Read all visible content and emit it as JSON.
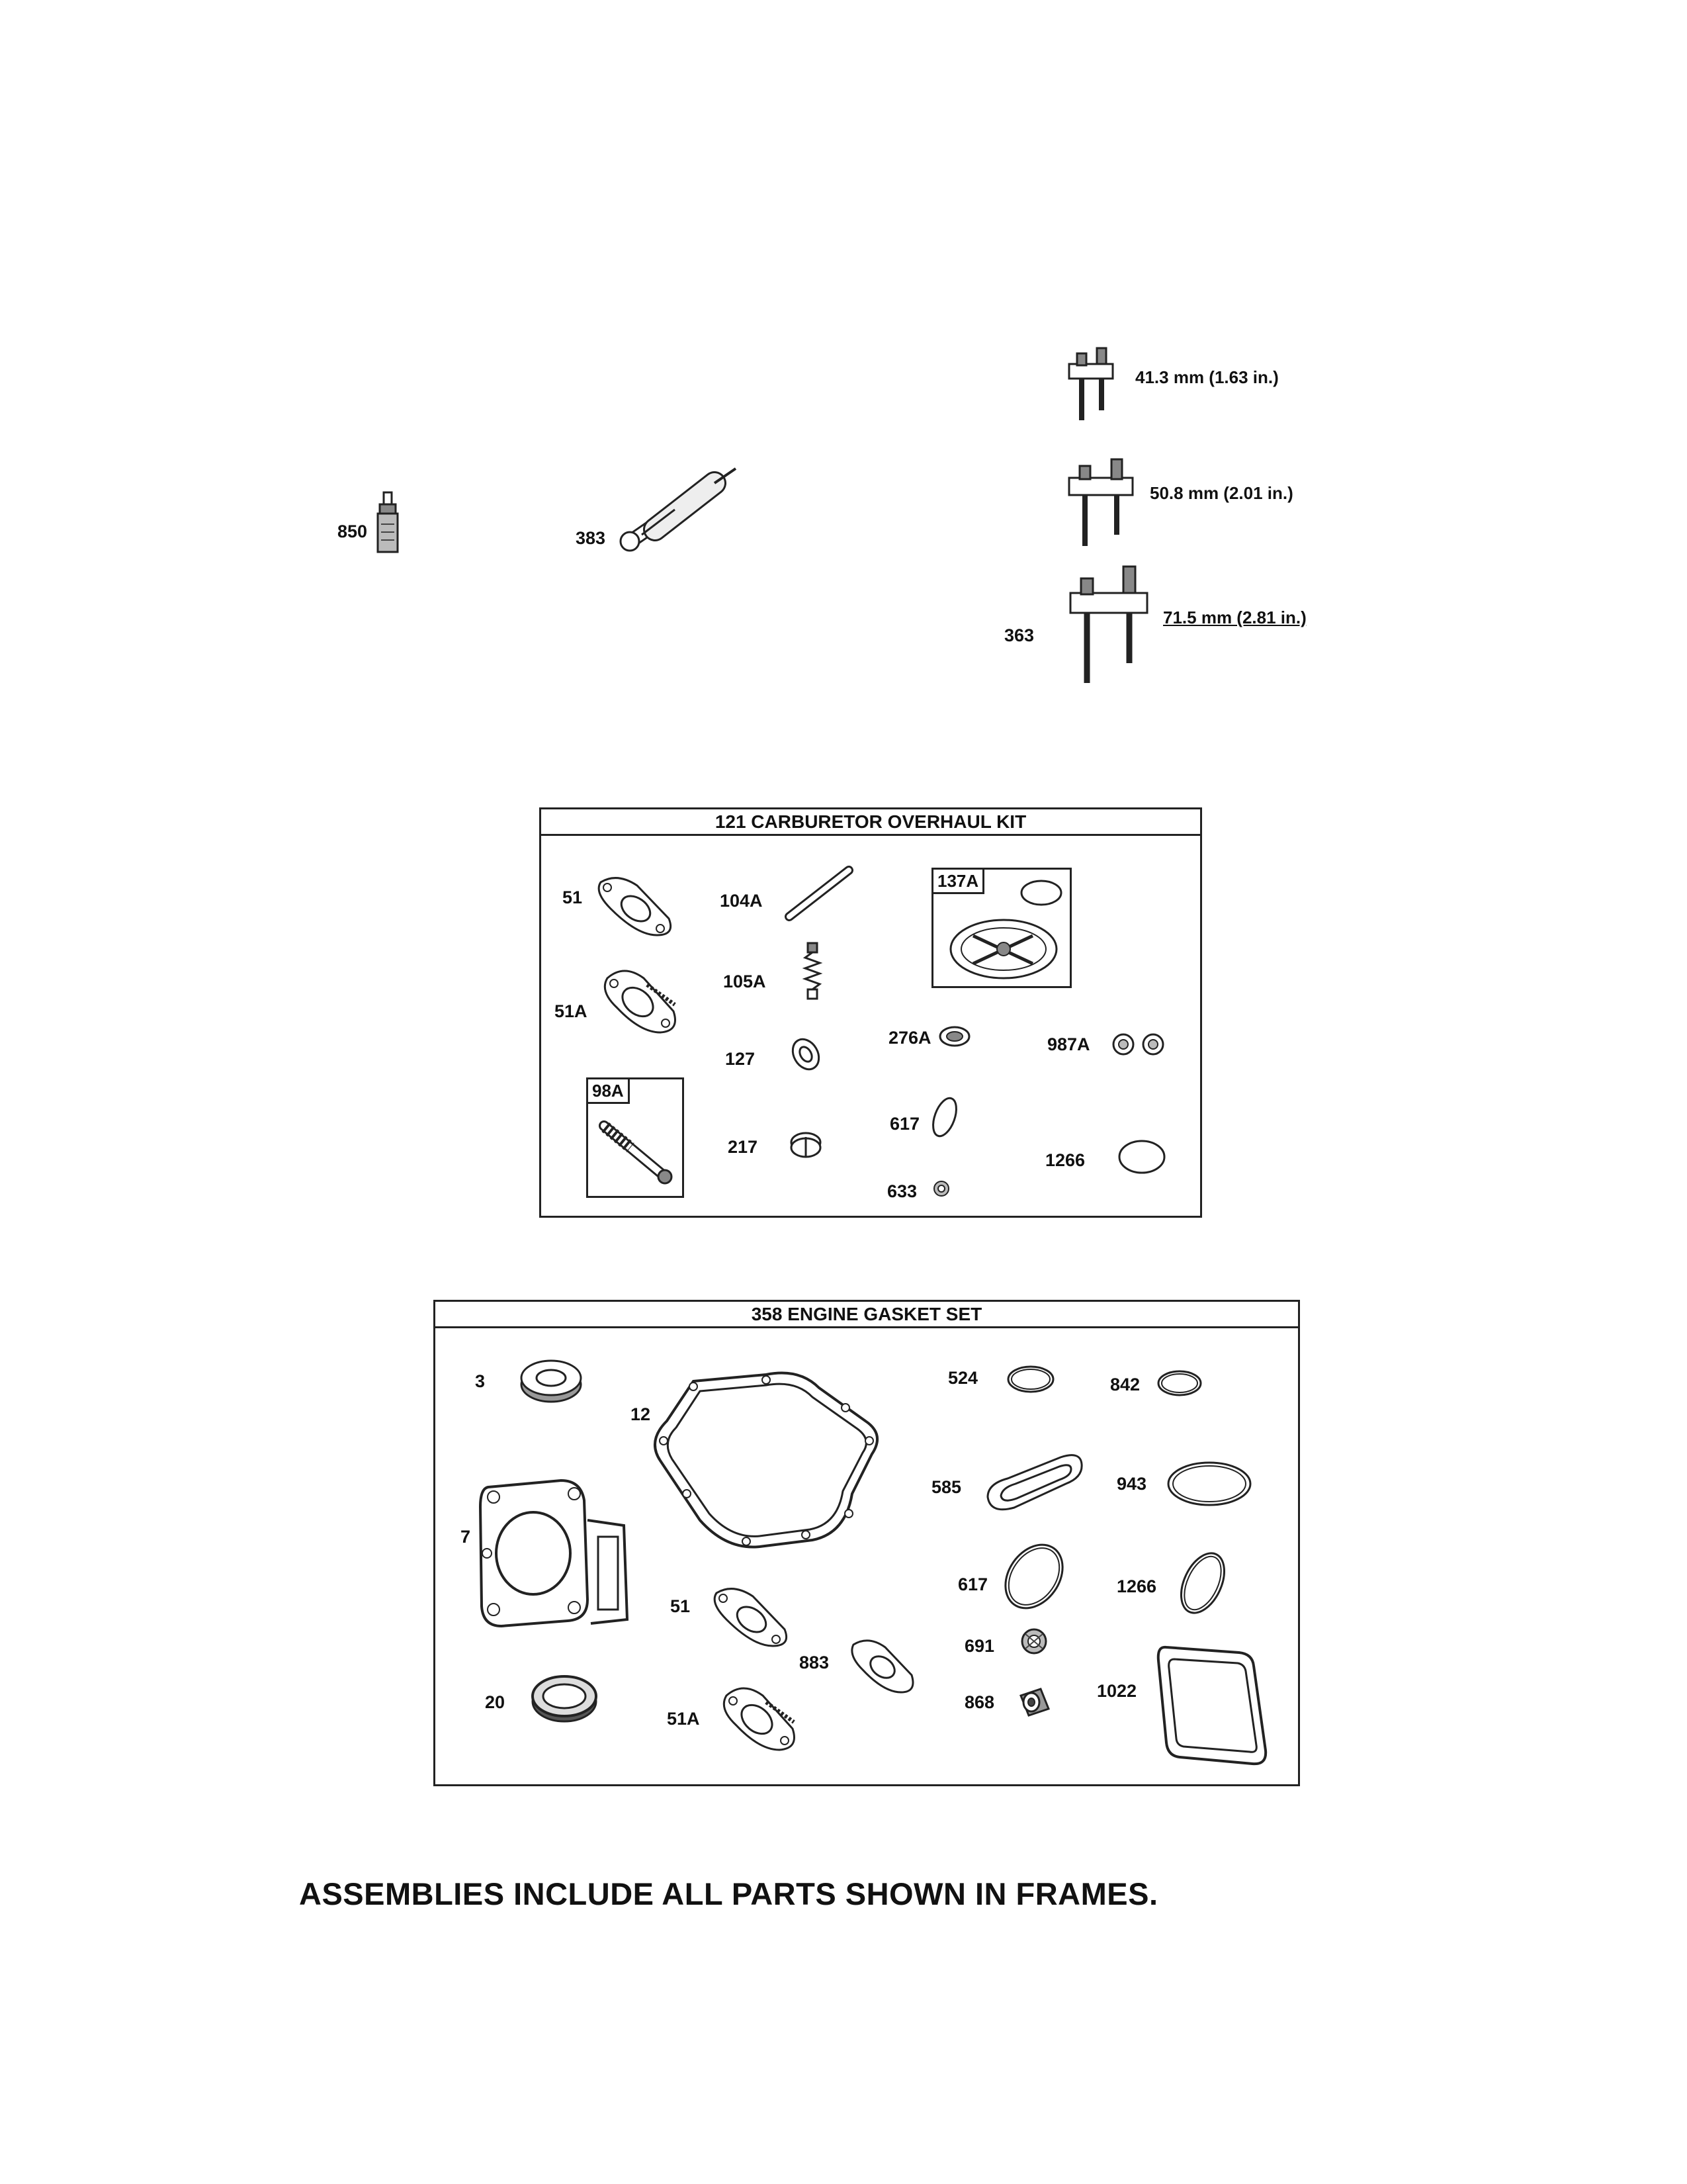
{
  "loose_parts": {
    "p850": "850",
    "p383": "383",
    "p363": "363",
    "dim1": "41.3 mm (1.63 in.)",
    "dim2": "50.8 mm (2.01 in.)",
    "dim3": "71.5 mm (2.81 in.)"
  },
  "carb_kit": {
    "title": "121 CARBURETOR OVERHAUL KIT",
    "p51": "51",
    "p51a": "51A",
    "p98a": "98A",
    "p104a": "104A",
    "p105a": "105A",
    "p127": "127",
    "p217": "217",
    "p137a": "137A",
    "p276a": "276A",
    "p617": "617",
    "p633": "633",
    "p987a": "987A",
    "p1266": "1266"
  },
  "gasket_set": {
    "title": "358 ENGINE GASKET SET",
    "p3": "3",
    "p12": "12",
    "p7": "7",
    "p20": "20",
    "p51": "51",
    "p51a": "51A",
    "p883": "883",
    "p524": "524",
    "p842": "842",
    "p585": "585",
    "p943": "943",
    "p617": "617",
    "p1266": "1266",
    "p691": "691",
    "p868": "868",
    "p1022": "1022"
  },
  "footer": "ASSEMBLIES INCLUDE ALL PARTS SHOWN IN FRAMES."
}
